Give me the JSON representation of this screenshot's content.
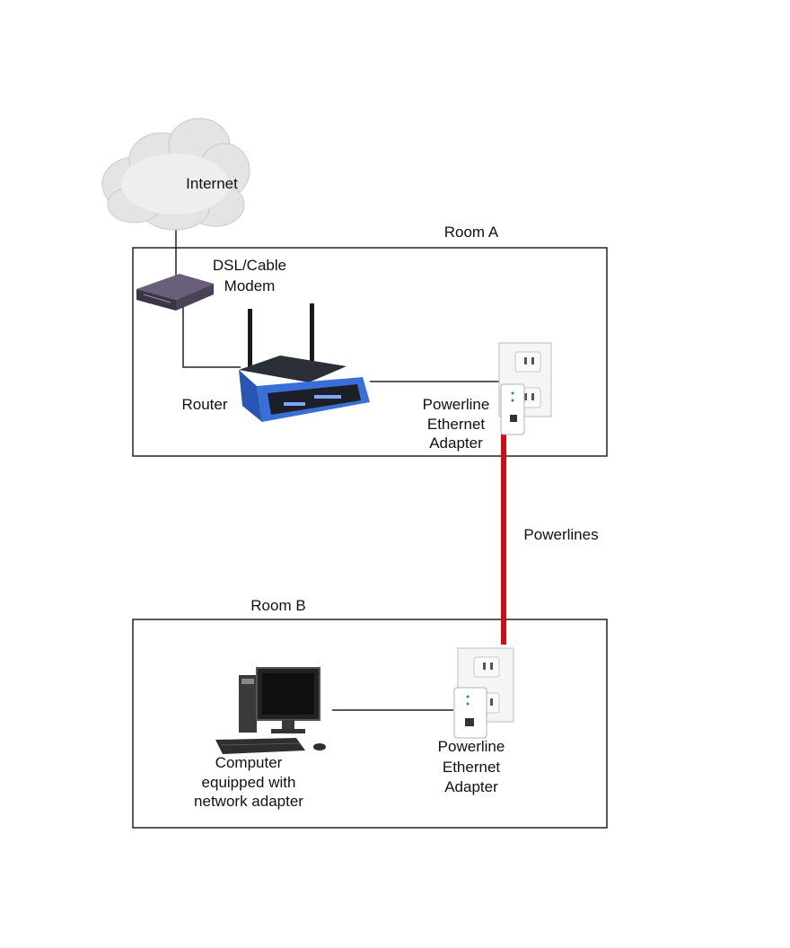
{
  "labels": {
    "internet": "Internet",
    "room_a": "Room A",
    "modem_line1": "DSL/Cable",
    "modem_line2": "Modem",
    "router": "Router",
    "adapter_a_line1": "Powerline",
    "adapter_a_line2": "Ethernet",
    "adapter_a_line3": "Adapter",
    "powerlines": "Powerlines",
    "room_b": "Room B",
    "adapter_b_line1": "Powerline",
    "adapter_b_line2": "Ethernet",
    "adapter_b_line3": "Adapter",
    "computer_line1": "Computer",
    "computer_line2": "equipped with",
    "computer_line3": "network adapter"
  },
  "colors": {
    "powerline": "#c8101a",
    "router_body": "#3a6fd8",
    "box_border": "#222222",
    "connector": "#222222"
  },
  "icons": {
    "internet": "cloud-icon",
    "modem": "modem-icon",
    "router": "router-icon",
    "adapter": "powerline-adapter-icon",
    "computer": "desktop-computer-icon"
  }
}
